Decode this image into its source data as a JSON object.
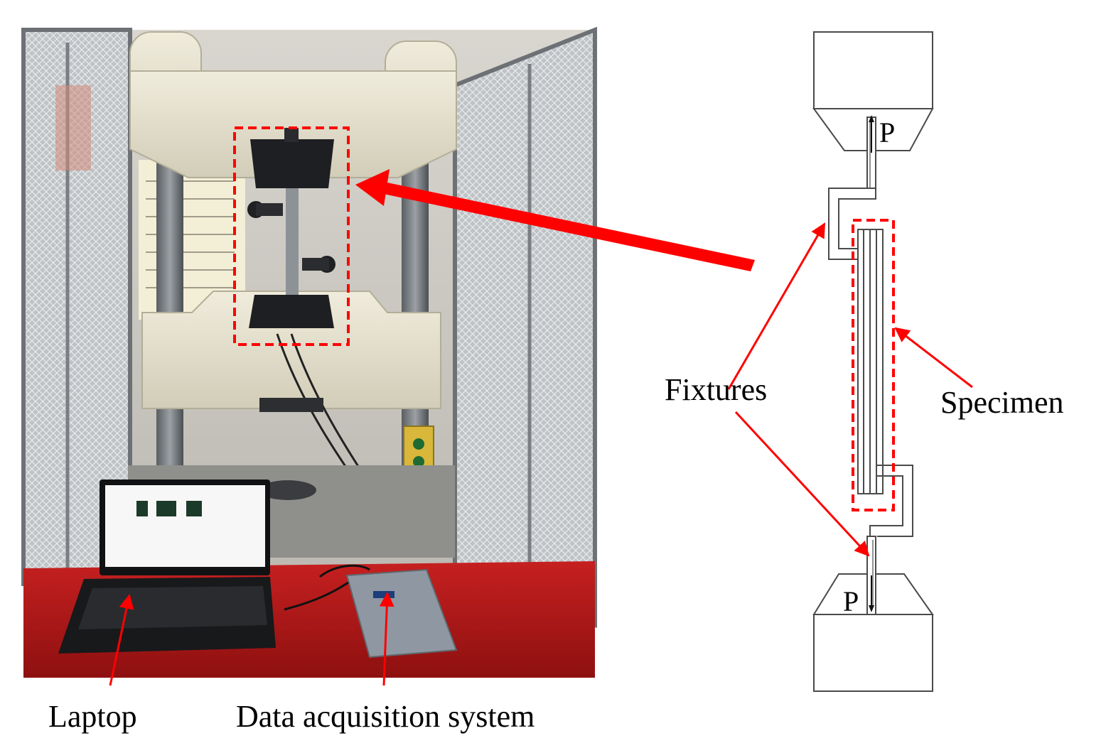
{
  "labels": {
    "laptop": "Laptop",
    "daq": "Data acquisition system",
    "fixtures": "Fixtures",
    "specimen": "Specimen",
    "load_top": "P",
    "load_bottom": "P"
  },
  "colors": {
    "annotation": "#ff0000",
    "outline": "#4a4a4a",
    "machine_frame": "#e6e2d2",
    "table_cloth": "#b01818"
  }
}
